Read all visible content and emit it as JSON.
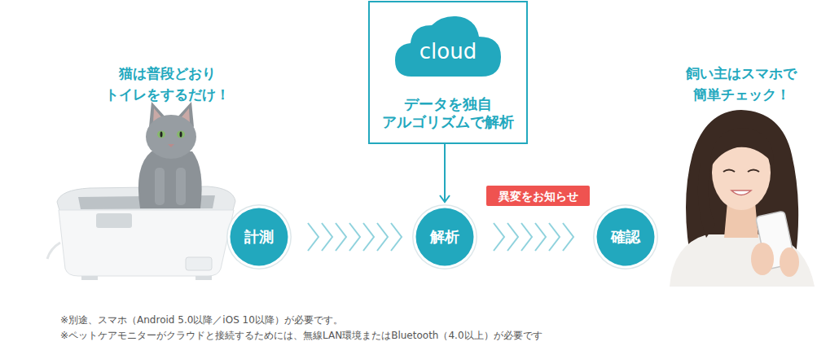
{
  "diagram": {
    "nodes": [
      {
        "text": [
          "データを独自 アルゴリズムで解析"
        ]
      },
      {
        "text": [
          "cloud"
        ],
        "in": 0
      },
      {
        "text": [
          "計測"
        ]
      },
      {
        "text": [
          "解析"
        ]
      },
      {
        "text": [
          "異変をお知らせ"
        ]
      },
      {
        "text": [
          "確認"
        ]
      }
    ],
    "edges": [
      {
        "from": 0,
        "to": 3,
        "arrow": "to"
      },
      {
        "from": 2,
        "to": 3,
        "arrow": "to"
      },
      {
        "from": 3,
        "to": 5,
        "arrow": "to"
      }
    ],
    "labels": [
      "猫は普段どおり トイレをするだけ！",
      "飼い主はスマホで 簡単チェック！",
      "※別途、スマホ（Android 5.0以降／iOS 10以降）が必要です。",
      "※ペットケアモニターがクラウドと接続するためには、無線LAN環境またはBluetooth（4.0以上）が必要です"
    ]
  }
}
